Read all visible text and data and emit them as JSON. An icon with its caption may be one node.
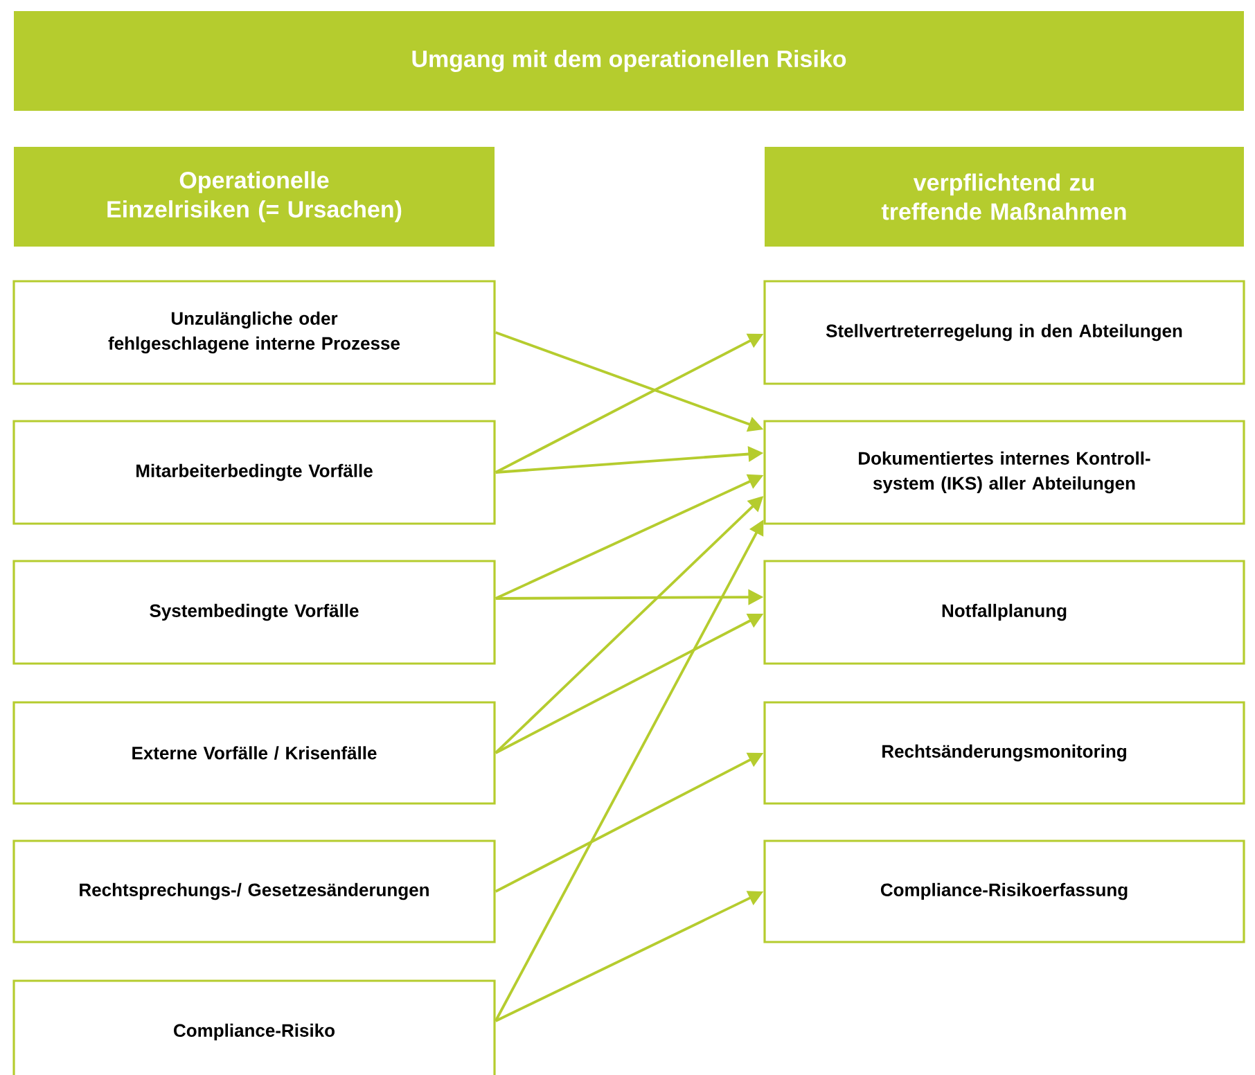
{
  "diagram": {
    "title": "Umgang mit dem operationellen Risiko",
    "nodes": [
      {
        "text": [
          "Operationelle Einzelrisiken (= Ursachen)"
        ]
      },
      {
        "text": [
          "verpflichtend zu treffende Maßnahmen"
        ]
      },
      {
        "text": [
          "Unzulängliche oder fehlgeschlagene interne Prozesse"
        ]
      },
      {
        "text": [
          "Mitarbeiterbedingte Vorfälle"
        ]
      },
      {
        "text": [
          "Systembedingte Vorfälle"
        ]
      },
      {
        "text": [
          "Externe Vorfälle / Krisenfälle"
        ]
      },
      {
        "text": [
          "Rechtsprechungs-/ Gesetzesänderungen"
        ]
      },
      {
        "text": [
          "Compliance-Risiko"
        ]
      },
      {
        "text": [
          "Stellvertreterregelung in den Abteilungen"
        ]
      },
      {
        "text": [
          "Dokumentiertes internes Kontroll-system (IKS) aller Abteilungen"
        ]
      },
      {
        "text": [
          "Notfallplanung"
        ]
      },
      {
        "text": [
          "Rechtsänderungsmonitoring"
        ]
      },
      {
        "text": [
          "Compliance-Risikoerfassung"
        ]
      }
    ],
    "edges": [
      {
        "from": 2,
        "to": 9,
        "arrow": "to"
      },
      {
        "from": 3,
        "to": 8,
        "arrow": "to"
      },
      {
        "from": 3,
        "to": 9,
        "arrow": "to"
      },
      {
        "from": 4,
        "to": 9,
        "arrow": "to"
      },
      {
        "from": 4,
        "to": 10,
        "arrow": "to"
      },
      {
        "from": 5,
        "to": 9,
        "arrow": "to"
      },
      {
        "from": 5,
        "to": 10,
        "arrow": "to"
      },
      {
        "from": 6,
        "to": 11,
        "arrow": "to"
      },
      {
        "from": 7,
        "to": 9,
        "arrow": "to"
      },
      {
        "from": 7,
        "to": 12,
        "arrow": "to"
      }
    ]
  }
}
